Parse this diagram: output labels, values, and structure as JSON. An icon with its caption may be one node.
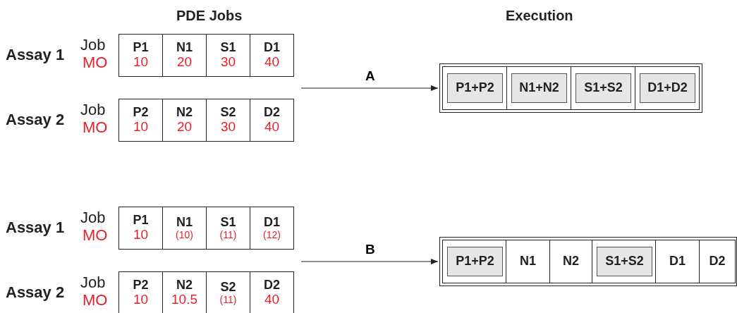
{
  "diagram": {
    "nodes": [
      {
        "text": [
          "P1",
          "10"
        ]
      },
      {
        "text": [
          "N1",
          "20"
        ]
      },
      {
        "text": [
          "S1",
          "30"
        ]
      },
      {
        "text": [
          "D1",
          "40"
        ]
      },
      {
        "text": [
          "P2",
          "10"
        ]
      },
      {
        "text": [
          "N2",
          "20"
        ]
      },
      {
        "text": [
          "S2",
          "30"
        ]
      },
      {
        "text": [
          "D2",
          "40"
        ]
      },
      {
        "text": [],
        "shape": "box"
      },
      {
        "text": [],
        "shape": "box",
        "in": 8
      },
      {
        "text": [
          "P1+P2"
        ],
        "in": 9
      },
      {
        "text": [],
        "shape": "box",
        "in": 8
      },
      {
        "text": [
          "N1+N2"
        ],
        "in": 11
      },
      {
        "text": [],
        "shape": "box",
        "in": 8
      },
      {
        "text": [
          "S1+S2"
        ],
        "in": 13
      },
      {
        "text": [],
        "shape": "box",
        "in": 8
      },
      {
        "text": [
          "D1+D2"
        ],
        "in": 15
      },
      {
        "text": [
          "P1",
          "10"
        ]
      },
      {
        "text": [
          "N1",
          "(10)"
        ]
      },
      {
        "text": [
          "S1",
          "(11)"
        ]
      },
      {
        "text": [
          "D1",
          "(12)"
        ]
      },
      {
        "text": [
          "P2",
          "10"
        ]
      },
      {
        "text": [
          "N2",
          "10.5"
        ]
      },
      {
        "text": [
          "S2",
          "(11)"
        ]
      },
      {
        "text": [
          "D2",
          "40"
        ]
      },
      {
        "text": [],
        "shape": "box"
      },
      {
        "text": [],
        "shape": "box",
        "in": 25
      },
      {
        "text": [
          "P1+P2"
        ],
        "in": 26
      },
      {
        "text": [
          "N1"
        ],
        "in": 25
      },
      {
        "text": [
          "N2"
        ],
        "in": 25
      },
      {
        "text": [],
        "shape": "box",
        "in": 25
      },
      {
        "text": [
          "S1+S2"
        ],
        "in": 30
      },
      {
        "text": [
          "D1"
        ],
        "in": 25
      },
      {
        "text": [
          "D2"
        ],
        "in": 25
      }
    ],
    "edges": [
      {
        "from": null,
        "to": 8,
        "arrow": "to",
        "label": "A"
      },
      {
        "from": null,
        "to": 25,
        "arrow": "to",
        "label": "B"
      }
    ],
    "labels": [
      "PDE Jobs",
      "Execution",
      "Assay 1",
      "Job",
      "MO",
      "Assay 2",
      "Job",
      "MO",
      "Assay 1",
      "Job",
      "MO",
      "Assay 2",
      "Job",
      "MO"
    ]
  }
}
